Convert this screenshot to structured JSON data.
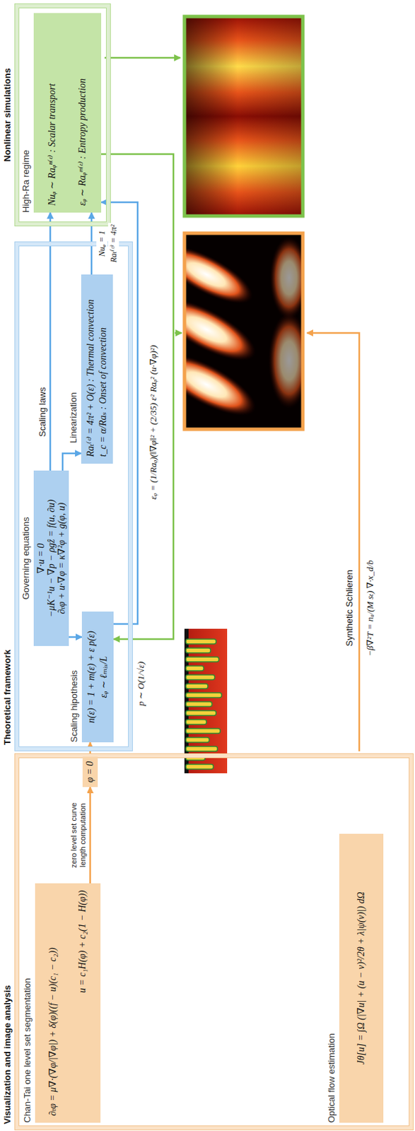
{
  "diagram": {
    "nodes": [
      {
        "text": [
          "Visualization and image analysis"
        ]
      },
      {
        "text": [
          "Chan-Tai one level set segmentation",
          "∂ₜφ = μ∇·(∇φ/|∇φ|) + δ(φ)((f − u)(c₁ − c₂))",
          "u = c₁H(φ) + c₂(1 − H(φ))"
        ],
        "in": 0
      },
      {
        "text": [
          "φ = 0"
        ],
        "in": 0
      },
      {
        "text": [
          "Optical flow estimation",
          "Jθ[u] = ∫Ω (|∇u| + (u − v)²/2θ + λ|ψ(v)|) dΩ"
        ],
        "in": 0
      },
      {
        "text": [
          "Theoretical framework"
        ]
      },
      {
        "text": [
          "Governing equations",
          "∇·u = 0",
          "−μK⁻¹u − ∇p − ρgẑ = f(u, ∂u)",
          "∂ₜφ + u·∇φ = κ∇²φ + g(φ, u)"
        ],
        "in": 4
      },
      {
        "text": [
          "Scaling hipothesis",
          "n(ε) = 1 + m(ε) + ε p(ε)",
          "εᵩ ∼ ℓₘᵢₓ/L"
        ],
        "in": 4
      },
      {
        "text": [
          "Linearization",
          "Raₜ⁽ᶜ⁾ = 4π² + O(ε) : Thermal convection",
          "t_c = α/Raₛ : Onset of convection"
        ],
        "in": 4
      },
      {
        "text": [
          "Nonlinear simulations"
        ]
      },
      {
        "text": [
          "High-Ra regime",
          "Nuᵩ ∼ Raᵩⁿ⁽ᵋ⁾ : Scalar transport",
          "εᵩ ∼ Raᵩᵐ⁽ᵋ⁾ : Entropy production"
        ],
        "in": 8
      }
    ],
    "edges": [
      {
        "from": 1,
        "to": 2,
        "label": "zero level set curve length computation",
        "arrow": "to"
      },
      {
        "from": 2,
        "to": 6,
        "arrow": "to"
      },
      {
        "from": 5,
        "to": 6,
        "arrow": "to"
      },
      {
        "from": 5,
        "to": 7,
        "arrow": "to"
      },
      {
        "from": 5,
        "to": 9,
        "label": "Scaling laws",
        "arrow": "to"
      },
      {
        "from": 7,
        "to": 9,
        "arrow": "to"
      },
      {
        "from": 6,
        "to": 9,
        "arrow": "to"
      },
      {
        "from": 9,
        "to": 6,
        "arrow": "to"
      }
    ],
    "labels": [
      "Nuᵩ = 1",
      "Raₜ⁽ᶜ⁾ = 4π²",
      "p ∼ O(1/√ε)",
      "εᵩ = (1/Raᵩ)(‖∇φ‖² + (2/35) ε² Raᵩ² (u·∇φ)²)",
      "Synthetic Schlieren",
      "−β∇²T = nₐ/(M sₜ) ∇·x_d/b"
    ]
  }
}
